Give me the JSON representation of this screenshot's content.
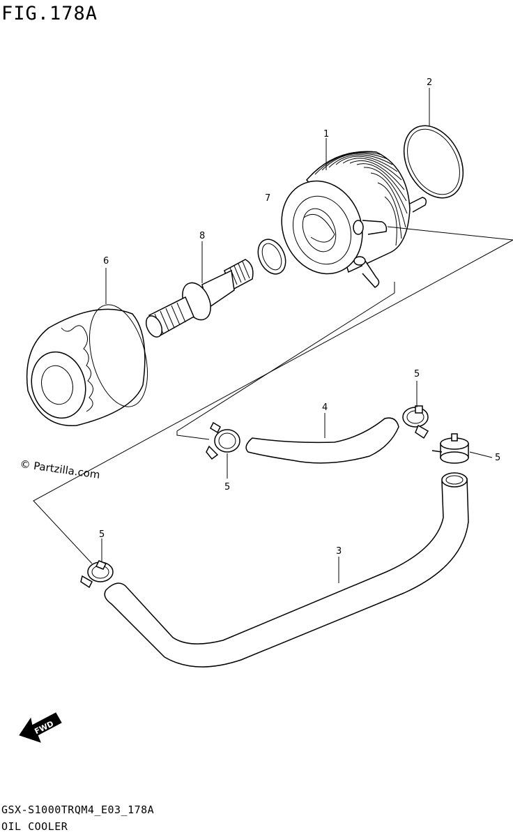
{
  "figure": {
    "title": "FIG.178A",
    "footer_code": "GSX-S1000TRQM4_E03_178A",
    "footer_name": "OIL COOLER",
    "watermark": "© Partzilla.com"
  },
  "callouts": {
    "c1": "1",
    "c2": "2",
    "c3": "3",
    "c4": "4",
    "c5a": "5",
    "c5b": "5",
    "c5c": "5",
    "c5d": "5",
    "c6": "6",
    "c7": "7",
    "c8": "8"
  },
  "fwd_label": "FWD"
}
